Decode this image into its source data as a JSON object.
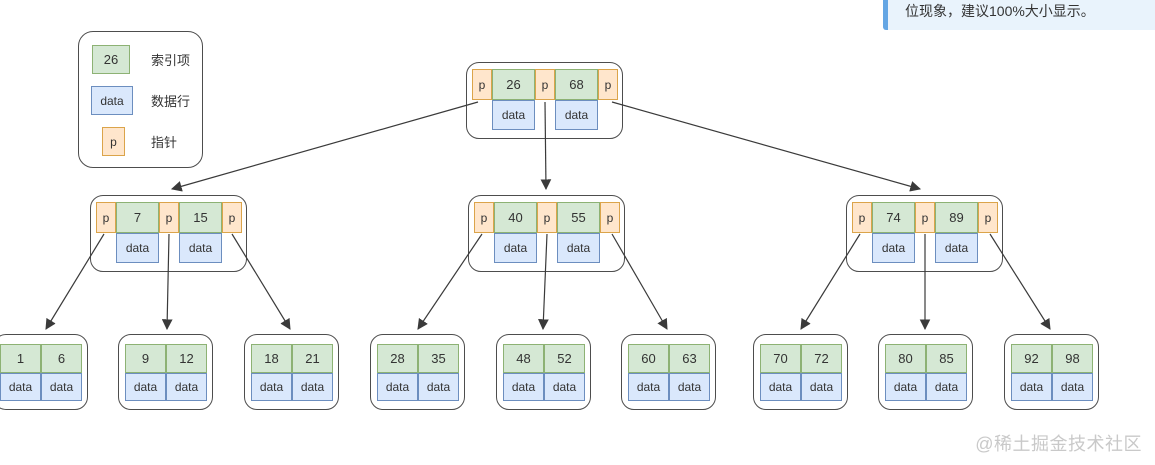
{
  "labels": {
    "pointer": "p",
    "data": "data"
  },
  "legend": {
    "items": [
      {
        "value": "26",
        "desc": "索引项"
      },
      {
        "value": "data",
        "desc": "数据行"
      },
      {
        "value": "p",
        "desc": "指针"
      }
    ]
  },
  "notification": {
    "text": "位现象，建议100%大小显示。"
  },
  "watermark": {
    "text": "@稀土掘金技术社区"
  },
  "tree": {
    "root": {
      "keys": [
        "26",
        "68"
      ]
    },
    "internal": [
      {
        "keys": [
          "7",
          "15"
        ]
      },
      {
        "keys": [
          "40",
          "55"
        ]
      },
      {
        "keys": [
          "74",
          "89"
        ]
      }
    ],
    "leaves": [
      {
        "keys": [
          "1",
          "6"
        ]
      },
      {
        "keys": [
          "9",
          "12"
        ]
      },
      {
        "keys": [
          "18",
          "21"
        ]
      },
      {
        "keys": [
          "28",
          "35"
        ]
      },
      {
        "keys": [
          "48",
          "52"
        ]
      },
      {
        "keys": [
          "60",
          "63"
        ]
      },
      {
        "keys": [
          "70",
          "72"
        ]
      },
      {
        "keys": [
          "80",
          "85"
        ]
      },
      {
        "keys": [
          "92",
          "98"
        ]
      }
    ]
  },
  "colors": {
    "key_fill": "#d5e8d4",
    "key_border": "#8db274",
    "data_fill": "#dae8fc",
    "data_border": "#6c8ebf",
    "pointer_fill": "#ffe6cc",
    "pointer_border": "#dba44a",
    "node_border": "#4d4d4d",
    "arrow": "#3a3a3a",
    "notification_bg": "#e9f3fc",
    "notification_bar": "#64a6e4",
    "watermark_text": "#c9c9c9"
  }
}
